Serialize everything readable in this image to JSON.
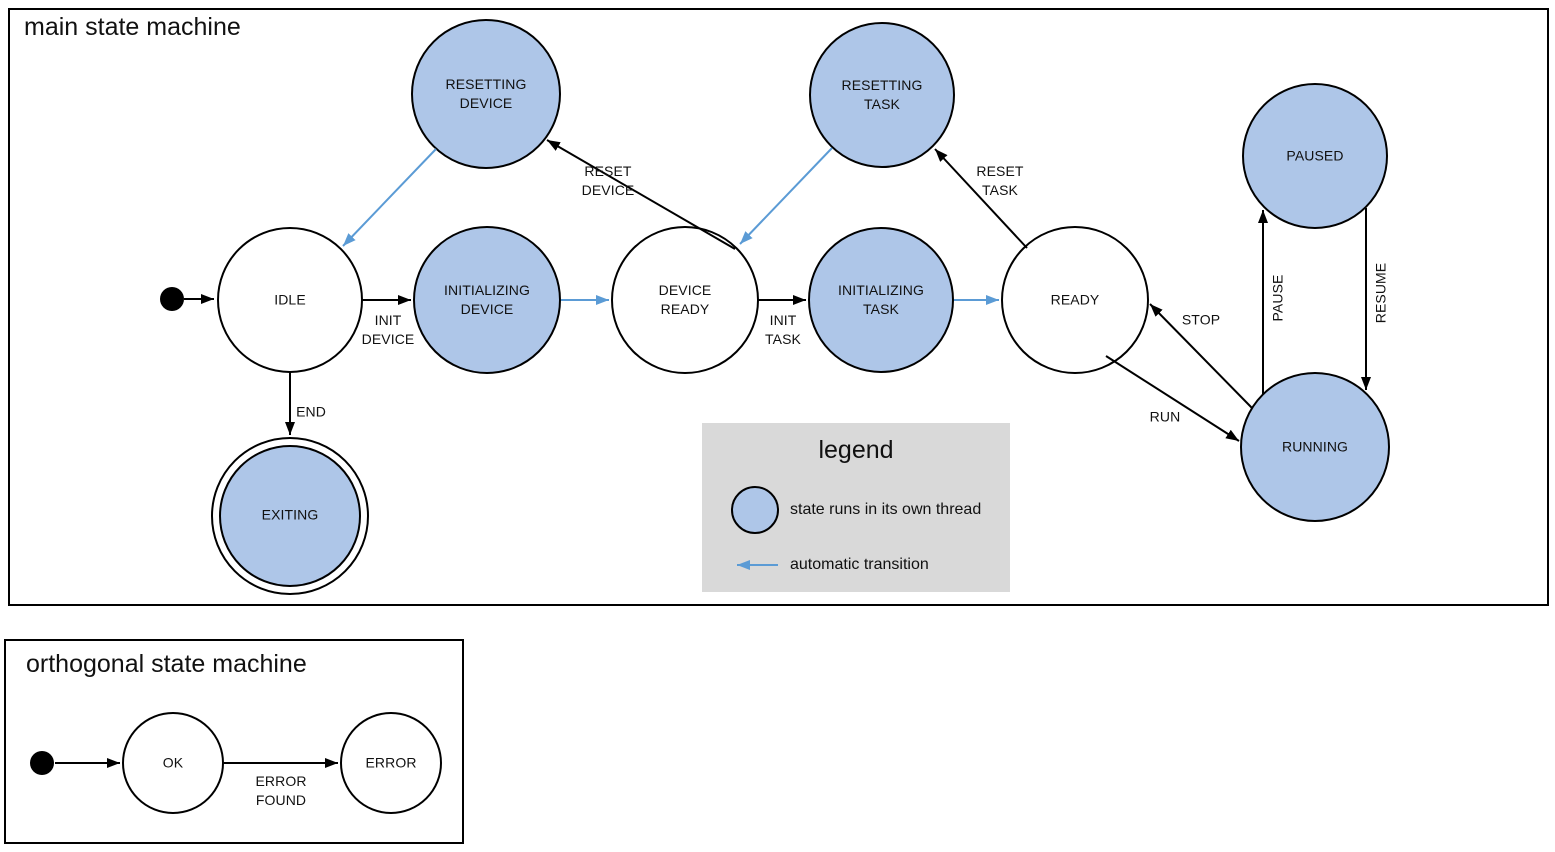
{
  "colors": {
    "threaded_state_fill": "#aec6e8",
    "automatic_transition_arrow": "#5b9bd5",
    "normal_arrow": "#000000",
    "state_outline": "#000000",
    "legend_background": "#d9d9d9"
  },
  "main": {
    "title": "main state machine",
    "states": [
      {
        "label": "IDLE",
        "runs_in_own_thread": false,
        "final": false
      },
      {
        "label": "RESETTING DEVICE",
        "runs_in_own_thread": true,
        "final": false
      },
      {
        "label": "INITIALIZING DEVICE",
        "runs_in_own_thread": true,
        "final": false
      },
      {
        "label": "DEVICE READY",
        "runs_in_own_thread": false,
        "final": false
      },
      {
        "label": "RESETTING TASK",
        "runs_in_own_thread": true,
        "final": false
      },
      {
        "label": "INITIALIZING TASK",
        "runs_in_own_thread": true,
        "final": false
      },
      {
        "label": "READY",
        "runs_in_own_thread": false,
        "final": false
      },
      {
        "label": "PAUSED",
        "runs_in_own_thread": true,
        "final": false
      },
      {
        "label": "RUNNING",
        "runs_in_own_thread": true,
        "final": false
      },
      {
        "label": "EXITING",
        "runs_in_own_thread": true,
        "final": true
      }
    ],
    "transitions": [
      {
        "from": "initial",
        "to": "IDLE",
        "label": "",
        "automatic": false
      },
      {
        "from": "IDLE",
        "to": "INITIALIZING DEVICE",
        "label": "INIT DEVICE",
        "automatic": false
      },
      {
        "from": "INITIALIZING DEVICE",
        "to": "DEVICE READY",
        "label": "",
        "automatic": true
      },
      {
        "from": "DEVICE READY",
        "to": "RESETTING DEVICE",
        "label": "RESET DEVICE",
        "automatic": false
      },
      {
        "from": "RESETTING DEVICE",
        "to": "IDLE",
        "label": "",
        "automatic": true
      },
      {
        "from": "DEVICE READY",
        "to": "INITIALIZING TASK",
        "label": "INIT TASK",
        "automatic": false
      },
      {
        "from": "INITIALIZING TASK",
        "to": "READY",
        "label": "",
        "automatic": true
      },
      {
        "from": "READY",
        "to": "RESETTING TASK",
        "label": "RESET TASK",
        "automatic": false
      },
      {
        "from": "RESETTING TASK",
        "to": "DEVICE READY",
        "label": "",
        "automatic": true
      },
      {
        "from": "READY",
        "to": "RUNNING",
        "label": "RUN",
        "automatic": false
      },
      {
        "from": "RUNNING",
        "to": "READY",
        "label": "STOP",
        "automatic": false
      },
      {
        "from": "RUNNING",
        "to": "PAUSED",
        "label": "PAUSE",
        "automatic": false
      },
      {
        "from": "PAUSED",
        "to": "RUNNING",
        "label": "RESUME",
        "automatic": false
      },
      {
        "from": "IDLE",
        "to": "EXITING",
        "label": "END",
        "automatic": false
      }
    ],
    "legend": {
      "title": "legend",
      "thread_item_label": "state runs in its own thread",
      "auto_item_label": "automatic transition"
    }
  },
  "orthogonal": {
    "title": "orthogonal state machine",
    "states": [
      {
        "label": "OK",
        "runs_in_own_thread": false,
        "final": false
      },
      {
        "label": "ERROR",
        "runs_in_own_thread": false,
        "final": false
      }
    ],
    "transitions": [
      {
        "from": "initial",
        "to": "OK",
        "label": "",
        "automatic": false
      },
      {
        "from": "OK",
        "to": "ERROR",
        "label": "ERROR FOUND",
        "automatic": false
      }
    ]
  }
}
